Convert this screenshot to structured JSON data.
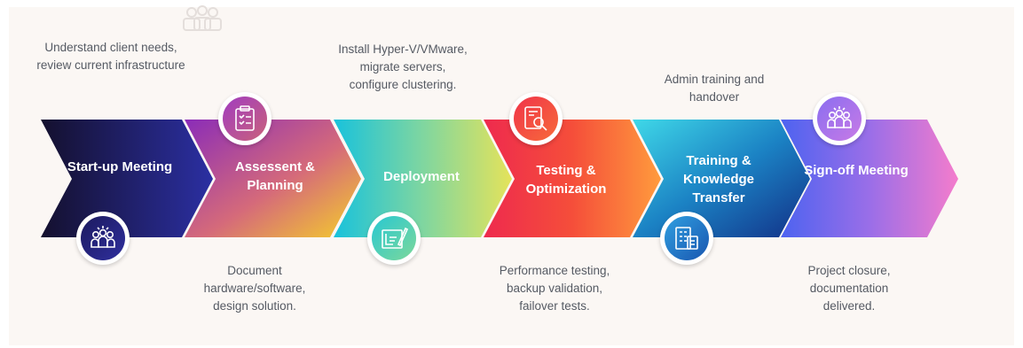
{
  "stages": [
    {
      "label": "Start-up Meeting",
      "description": "Understand client needs, review current infrastructure",
      "icon": "team-meeting-icon"
    },
    {
      "label": "Assessent & Planning",
      "description": "Document hardware/software, design solution.",
      "icon": "clipboard-checklist-icon"
    },
    {
      "label": "Deployment",
      "description": "Install Hyper-V/VMware, migrate servers, configure clustering.",
      "icon": "blueprint-pencil-icon"
    },
    {
      "label": "Testing & Optimization",
      "description": "Performance testing, backup validation, failover tests.",
      "icon": "document-magnifier-icon"
    },
    {
      "label": "Training & Knowledge Transfer",
      "description": "Admin training and handover",
      "icon": "building-document-icon"
    },
    {
      "label": "Sign-off Meeting",
      "description": "Project closure, documentation delivered.",
      "icon": "team-meeting-icon"
    }
  ],
  "colors": {
    "stage1": [
      "#14102e",
      "#2a2f9a"
    ],
    "stage2": [
      "#9a2fb0",
      "#f2c233"
    ],
    "stage3": [
      "#1fc4d6",
      "#d9e35c"
    ],
    "stage4": [
      "#f0304a",
      "#ff9a3a"
    ],
    "stage5": [
      "#46d4e4",
      "#123a8a"
    ],
    "stage6": [
      "#5a5cf0",
      "#f07ad0"
    ]
  }
}
